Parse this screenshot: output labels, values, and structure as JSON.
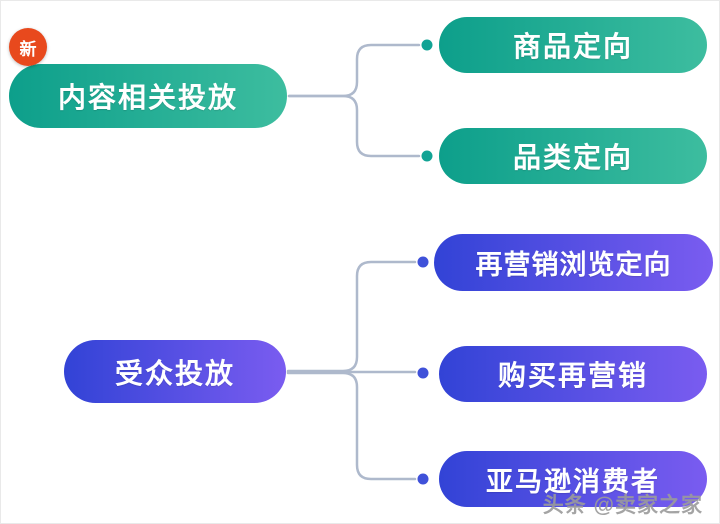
{
  "badge": {
    "label": "新"
  },
  "groups": [
    {
      "label": "内容相关投放",
      "children": [
        {
          "label": "商品定向"
        },
        {
          "label": "品类定向"
        }
      ]
    },
    {
      "label": "受众投放",
      "children": [
        {
          "label": "再营销浏览定向"
        },
        {
          "label": "购买再营销"
        },
        {
          "label": "亚马逊消费者"
        }
      ]
    }
  ],
  "watermark": "头条 @卖家之家",
  "colors": {
    "teal_start": "#0d9f8b",
    "teal_end": "#3dbd9f",
    "teal_dot": "#11a394",
    "blue_start": "#3243d6",
    "blue_end": "#7a5cf0",
    "blue_dot": "#3f51d9",
    "badge": "#e8491d",
    "connector": "#aeb9cc",
    "watermark": "#9b9b9b"
  }
}
